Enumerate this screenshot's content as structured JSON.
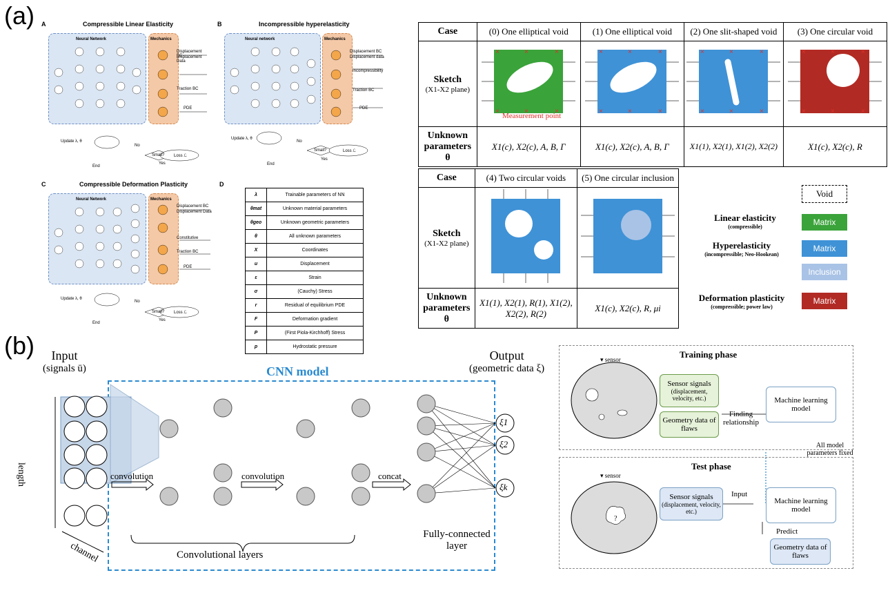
{
  "panel_labels": {
    "a": "(a)",
    "b": "(b)"
  },
  "sub_a": {
    "letter": "A",
    "title": "Compressible Linear Elasticity",
    "nn": "Neural Network",
    "mech": "Mechanics",
    "labels": [
      "Displacement BC",
      "Displacement Data",
      "Traction BC",
      "PDE"
    ],
    "update": "Update λ, θ",
    "no": "No",
    "yes": "Yes",
    "small": "Small?",
    "loss": "Loss ℒ",
    "end": "End"
  },
  "sub_b": {
    "letter": "B",
    "title": "Incompressible hyperelasticity",
    "nn": "Neural network",
    "mech": "Mechanics",
    "labels": [
      "Displacement BC",
      "Displacement data",
      "Incompressibility",
      "Traction BC",
      "PDE"
    ],
    "update": "Update λ, θ",
    "no": "No",
    "yes": "Yes",
    "small": "Small?",
    "loss": "Loss ℒ",
    "end": "End"
  },
  "sub_c": {
    "letter": "C",
    "title": "Compressible Deformation Plasticity",
    "nn": "Neural Network",
    "mech": "Mechanics",
    "labels": [
      "Displacement BC",
      "Displacement Data",
      "Constitutive",
      "Traction BC",
      "PDE"
    ],
    "update": "Update λ, θ",
    "no": "No",
    "yes": "Yes",
    "small": "Small?",
    "loss": "Loss ℒ",
    "end": "End"
  },
  "sub_d": {
    "letter": "D",
    "rows": [
      [
        "λ",
        "Trainable parameters of NN"
      ],
      [
        "θmat",
        "Unknown material parameters"
      ],
      [
        "θgeo",
        "Unknown geometric parameters"
      ],
      [
        "θ",
        "All unknown parameters"
      ],
      [
        "X",
        "Coordinates"
      ],
      [
        "u",
        "Displacement"
      ],
      [
        "ε",
        "Strain"
      ],
      [
        "σ",
        "(Cauchy) Stress"
      ],
      [
        "r",
        "Residual of equilibrium PDE"
      ],
      [
        "F",
        "Deformation gradient"
      ],
      [
        "P",
        "(First Piola-Kirchhoff) Stress"
      ],
      [
        "p",
        "Hydrostatic pressure"
      ]
    ]
  },
  "table1": {
    "case_hdr": "Case",
    "cases": [
      "(0) One elliptical void",
      "(1) One elliptical void",
      "(2) One slit-shaped void",
      "(3) One circular void"
    ],
    "sketch_hdr": "Sketch",
    "sketch_sub": "(X1-X2 plane)",
    "unknown_hdr": "Unknown parameters",
    "theta": "θ",
    "measurement": "Measurement point",
    "params": [
      "X1(c), X2(c), A, B, Γ",
      "X1(c), X2(c), A, B, Γ",
      "X1(1), X2(1), X1(2), X2(2)",
      "X1(c), X2(c), R"
    ]
  },
  "table2": {
    "case_hdr": "Case",
    "cases": [
      "(4) Two circular voids",
      "(5) One circular inclusion"
    ],
    "sketch_hdr": "Sketch",
    "sketch_sub": "(X1-X2 plane)",
    "unknown_hdr": "Unknown parameters",
    "theta": "θ",
    "params": [
      "X1(1), X2(1), R(1), X1(2), X2(2), R(2)",
      "X1(c), X2(c), R, μi"
    ]
  },
  "legend": {
    "void": "Void",
    "linear": "Linear elasticity",
    "linear_sub": "(compressible)",
    "hyper": "Hyperelasticity",
    "hyper_sub": "(incompressible; Neo-Hookean)",
    "plastic": "Deformation plasticity",
    "plastic_sub": "(compressible; power law)",
    "matrix": "Matrix",
    "inclusion": "Inclusion",
    "colors": {
      "green": "#3aa33a",
      "blue": "#3f92d6",
      "lightblue": "#a9c3e6",
      "red": "#b22a24"
    }
  },
  "cnn": {
    "input": "Input",
    "input_sub": "(signals ū)",
    "title": "CNN model",
    "output": "Output",
    "output_sub": "(geometric data ξ)",
    "conv1": "convolution",
    "conv2": "convolution",
    "concat": "concat",
    "conv_layers": "Convolutional layers",
    "fc": "Fully-connected layer",
    "length": "length",
    "channel": "channel",
    "xi": [
      "ξ1",
      "ξ2",
      "ξk"
    ]
  },
  "flow": {
    "training": "Training phase",
    "test": "Test phase",
    "sensor": "▾ sensor",
    "sensor_signals": "Sensor signals",
    "sensor_sub": "(displacement, velocity, etc.)",
    "geometry": "Geometry data of flaws",
    "ml": "Machine learning model",
    "finding": "Finding relationship",
    "fixed": "All model parameters fixed",
    "input": "Input",
    "predict": "Predict"
  }
}
